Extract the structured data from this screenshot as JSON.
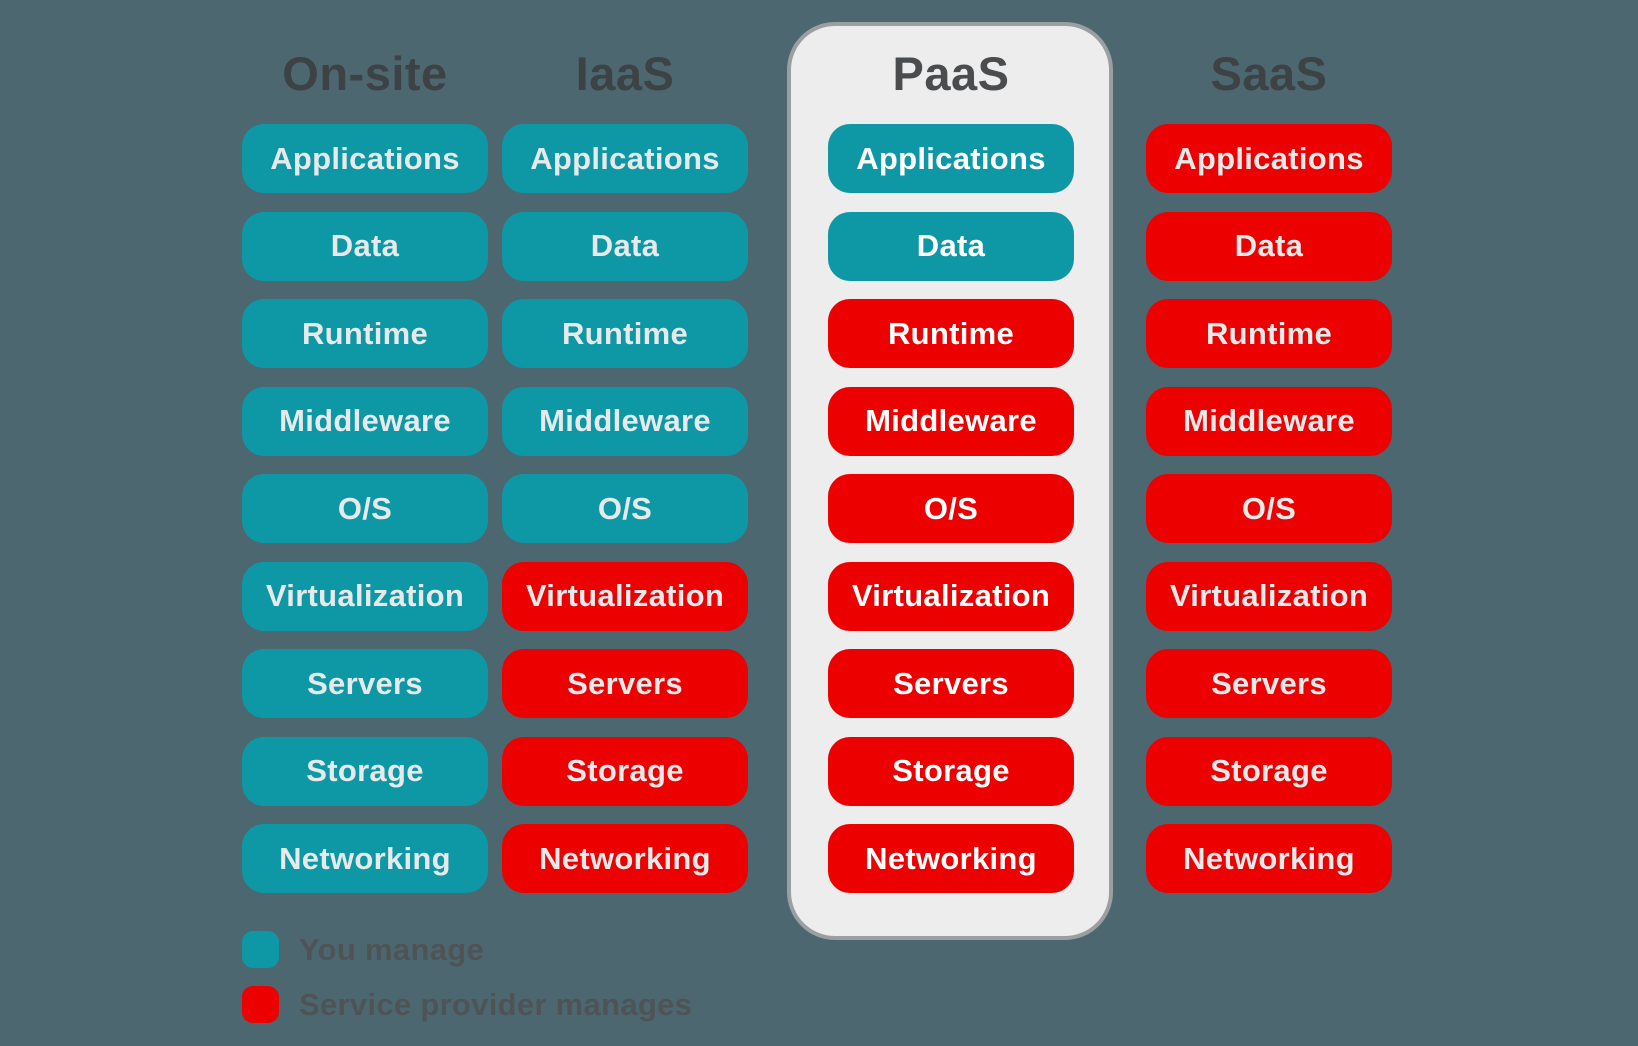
{
  "colors": {
    "background": "#4d6771",
    "you_manage": "#0e98a6",
    "provider_manages": "#ec0000",
    "panel_background": "#ededee",
    "panel_border": "#9b9fa2",
    "header_text": "#3d4245",
    "header_text_on_panel": "#4a4c4e",
    "pill_text": "#e6eaea",
    "pill_text_on_panel": "#ffffff",
    "legend_text": "#4e5356"
  },
  "columns": [
    {
      "label": "On-site",
      "highlighted": false,
      "rows": [
        {
          "label": "Applications",
          "manager": "you"
        },
        {
          "label": "Data",
          "manager": "you"
        },
        {
          "label": "Runtime",
          "manager": "you"
        },
        {
          "label": "Middleware",
          "manager": "you"
        },
        {
          "label": "O/S",
          "manager": "you"
        },
        {
          "label": "Virtualization",
          "manager": "you"
        },
        {
          "label": "Servers",
          "manager": "you"
        },
        {
          "label": "Storage",
          "manager": "you"
        },
        {
          "label": "Networking",
          "manager": "you"
        }
      ]
    },
    {
      "label": "IaaS",
      "highlighted": false,
      "rows": [
        {
          "label": "Applications",
          "manager": "you"
        },
        {
          "label": "Data",
          "manager": "you"
        },
        {
          "label": "Runtime",
          "manager": "you"
        },
        {
          "label": "Middleware",
          "manager": "you"
        },
        {
          "label": "O/S",
          "manager": "you"
        },
        {
          "label": "Virtualization",
          "manager": "provider"
        },
        {
          "label": "Servers",
          "manager": "provider"
        },
        {
          "label": "Storage",
          "manager": "provider"
        },
        {
          "label": "Networking",
          "manager": "provider"
        }
      ]
    },
    {
      "label": "PaaS",
      "highlighted": true,
      "rows": [
        {
          "label": "Applications",
          "manager": "you"
        },
        {
          "label": "Data",
          "manager": "you"
        },
        {
          "label": "Runtime",
          "manager": "provider"
        },
        {
          "label": "Middleware",
          "manager": "provider"
        },
        {
          "label": "O/S",
          "manager": "provider"
        },
        {
          "label": "Virtualization",
          "manager": "provider"
        },
        {
          "label": "Servers",
          "manager": "provider"
        },
        {
          "label": "Storage",
          "manager": "provider"
        },
        {
          "label": "Networking",
          "manager": "provider"
        }
      ]
    },
    {
      "label": "SaaS",
      "highlighted": false,
      "rows": [
        {
          "label": "Applications",
          "manager": "provider"
        },
        {
          "label": "Data",
          "manager": "provider"
        },
        {
          "label": "Runtime",
          "manager": "provider"
        },
        {
          "label": "Middleware",
          "manager": "provider"
        },
        {
          "label": "O/S",
          "manager": "provider"
        },
        {
          "label": "Virtualization",
          "manager": "provider"
        },
        {
          "label": "Servers",
          "manager": "provider"
        },
        {
          "label": "Storage",
          "manager": "provider"
        },
        {
          "label": "Networking",
          "manager": "provider"
        }
      ]
    }
  ],
  "legend": {
    "items": [
      {
        "key": "you",
        "label": "You manage"
      },
      {
        "key": "provider",
        "label": "Service provider manages"
      }
    ]
  }
}
